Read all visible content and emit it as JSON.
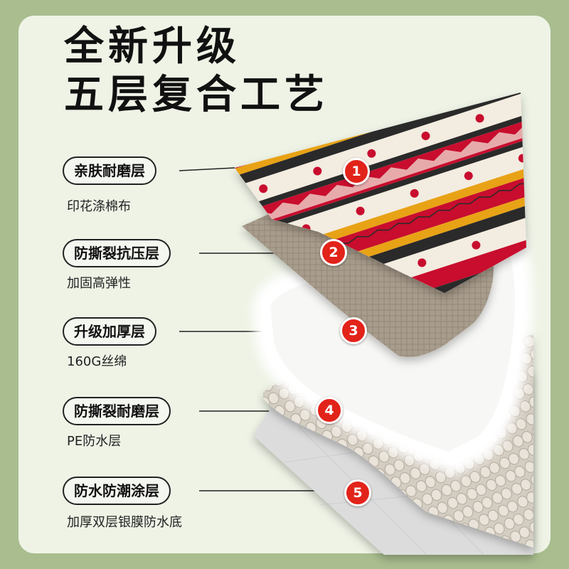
{
  "title_line1": "全新升级",
  "title_line2": "五层复合工艺",
  "layers": [
    {
      "number": "1",
      "label": "亲肤耐磨层",
      "desc": "印花涤棉布"
    },
    {
      "number": "2",
      "label": "防撕裂抗压层",
      "desc": "加固高弹性"
    },
    {
      "number": "3",
      "label": "升级加厚层",
      "desc": "160G丝绵"
    },
    {
      "number": "4",
      "label": "防撕裂耐磨层",
      "desc": "PE防水层"
    },
    {
      "number": "5",
      "label": "防水防潮涂层",
      "desc": "加厚双层银膜防水底"
    }
  ],
  "colors": {
    "frame": "#a9bd8f",
    "panel": "#eef3e6",
    "badge": "#e2231a",
    "pattern_red": "#c8102e",
    "pattern_orange": "#e8a217",
    "felt": "#a89c8c",
    "fleece": "#ffffff",
    "foam": "#ddd6cc",
    "silver": "#dedede"
  }
}
